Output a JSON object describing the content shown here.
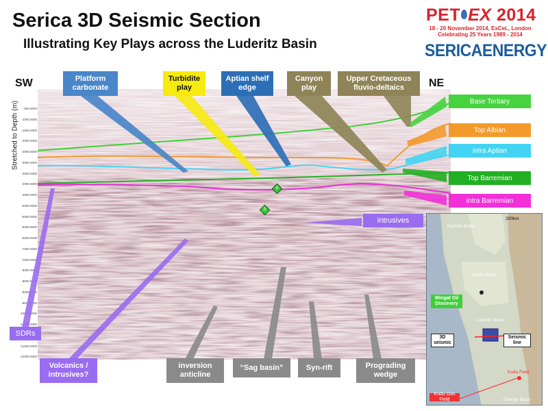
{
  "header": {
    "title": "Serica 3D Seismic Section",
    "subtitle": "Illustrating Key Plays across the Luderitz Basin"
  },
  "logos": {
    "petex_pe": "PET",
    "petex_ex": "EX",
    "petex_year": "2014",
    "petex_dates": "18 - 20 November 2014, ExCeL, London",
    "petex_anniv": "Celebrating 25 Years 1989 - 2014",
    "serica": "SERICAENERGY"
  },
  "section": {
    "y_axis_label": "Stretched to Depth (m)",
    "left_direction": "SW",
    "right_direction": "NE",
    "depth_ticks": [
      "-500.0000",
      "-1000.0000",
      "-1500.0000",
      "-2000.0000",
      "-2500.0000",
      "-3000.0000",
      "-3500.0000",
      "-4000.0000",
      "-4500.0000",
      "-5000.0000",
      "-5500.0000",
      "-6000.0000",
      "-6500.0000",
      "-7000.0000",
      "-7500.0000",
      "-8000.0000",
      "-8500.0000",
      "-9000.0000",
      "-9500.0000",
      "-10000.0000",
      "-10500.0000",
      "-11000.0000",
      "-11500.0000",
      "-12000.0000"
    ],
    "well_markers": [
      "6",
      "5"
    ]
  },
  "plays": {
    "platform_carbonate": "Platform carbonate",
    "turbidite": "Turbidite play",
    "aptian_shelf": "Aptian shelf edge",
    "canyon": "Canyon play",
    "upper_cretaceous": "Upper Cretaceous fluvio-deltaics"
  },
  "horizons": {
    "base_tertiary": "Base Tertiary",
    "top_albian": "Top Albian",
    "intra_aptian": "intra Aptian",
    "top_barremian": "Top Barremian",
    "intra_barremian": "intra Barremian"
  },
  "features": {
    "intrusives": "intrusives",
    "sdrs": "SDRs",
    "volcanics": "Volcanics / intrusives?",
    "inversion": "inversion anticline",
    "sag_basin": "“Sag basin”",
    "syn_rift": "Syn-rift",
    "prograding": "Prograding wedge"
  },
  "map": {
    "namibe": "Namibe Basin",
    "walvis": "Walvis Basin",
    "luderitz": "Luderitz Basin",
    "orange": "Orange Basin",
    "scale": "200km",
    "wingat": "Wingat Oil Discovery",
    "seismic_3d": "3D seismic",
    "seismic_line": "Seismic line",
    "kudu_field": "Kudu Field",
    "kudu_gas": "Kudu Gas Field"
  },
  "colors": {
    "platform": "#4a86c8",
    "turbidite": "#f6ea10",
    "aptian": "#2d6fb6",
    "canyon": "#8e8457",
    "upper_cretaceous": "#8e8457",
    "base_tertiary": "#46d33f",
    "top_albian": "#f39a2b",
    "intra_aptian": "#42d4f2",
    "top_barremian": "#22b022",
    "intra_barremian": "#f22fd8",
    "purple": "#9a6cf0",
    "grey": "#8a8a8a"
  }
}
